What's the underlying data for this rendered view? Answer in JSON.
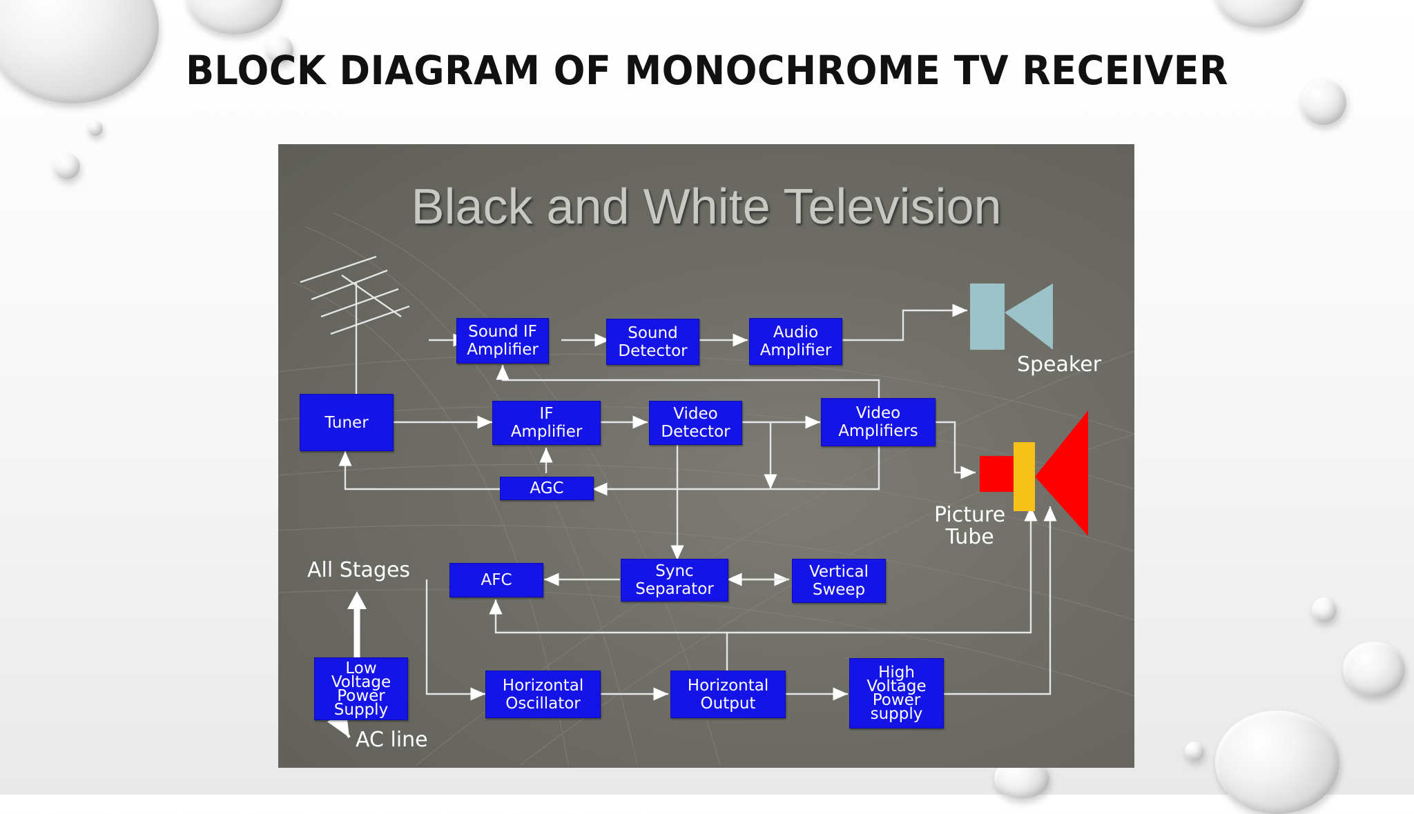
{
  "slide": {
    "title": "BLOCK DIAGRAM OF MONOCHROME TV RECEIVER"
  },
  "diagram": {
    "title": "Black and White Television",
    "blocks": {
      "sound_if": "Sound IF\nAmplifier",
      "sound_detector": "Sound\nDetector",
      "audio_amp": "Audio\nAmplifier",
      "tuner": "Tuner",
      "if_amp": "IF\nAmplifier",
      "video_detector": "Video\nDetector",
      "video_amps": "Video\nAmplifiers",
      "agc": "AGC",
      "afc": "AFC",
      "sync_sep": "Sync\nSeparator",
      "vertical_sweep": "Vertical\nSweep",
      "low_voltage": "Low\nVoltage\nPower\nSupply",
      "horiz_osc": "Horizontal\nOscillator",
      "horiz_out": "Horizontal\nOutput",
      "high_voltage": "High\nVoltage\nPower\nsupply"
    },
    "labels": {
      "speaker": "Speaker",
      "picture_tube": "Picture\nTube",
      "all_stages": "All Stages",
      "ac_line": "AC line"
    },
    "colors": {
      "block": "#1414e6",
      "speaker": "#9cc4c8",
      "tube_red": "#ff0000",
      "tube_yellow": "#f6c21a",
      "panel": "#6e6d66"
    }
  }
}
